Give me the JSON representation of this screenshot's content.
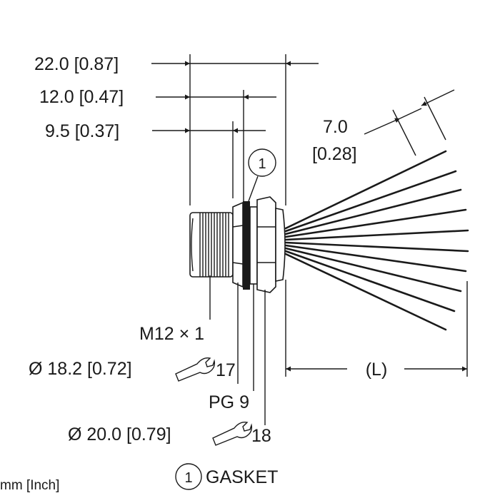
{
  "dimensions": {
    "overall_length": "22.0 [0.87]",
    "thread_length": "12.0 [0.47]",
    "flange_length": "9.5 [0.37]",
    "strip_length_mm": "7.0",
    "strip_length_in": "[0.28]",
    "cable_length": "(L)"
  },
  "callouts": {
    "thread": "M12 × 1",
    "hex_diameter": "Ø 18.2 [0.72]",
    "hex_wrench_size": "17",
    "panel_thread": "PG 9",
    "nut_diameter": "Ø 20.0 [0.79]",
    "nut_wrench_size": "18"
  },
  "legend": {
    "gasket_number": "1",
    "gasket_label": "GASKET",
    "units": "mm [Inch]"
  },
  "icons": {
    "wrench": "wrench-icon",
    "arrow": "arrowhead-icon"
  }
}
